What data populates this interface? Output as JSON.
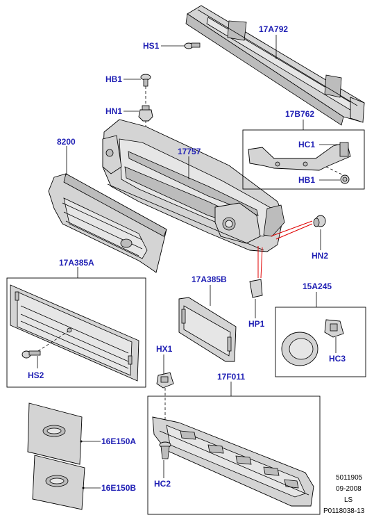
{
  "callouts": {
    "c17A792": "17A792",
    "cHS1": "HS1",
    "cHB1_top": "HB1",
    "cHN1": "HN1",
    "c17B762": "17B762",
    "cHC1": "HC1",
    "cHB1_box": "HB1",
    "c8200": "8200",
    "c17757": "17757",
    "cHN2": "HN2",
    "c17A385A": "17A385A",
    "cHS2": "HS2",
    "c17A385B": "17A385B",
    "cHP1": "HP1",
    "c15A245": "15A245",
    "cHC3": "HC3",
    "cHX1": "HX1",
    "c17F011": "17F011",
    "cHC2": "HC2",
    "c16E150A": "16E150A",
    "c16E150B": "16E150B"
  },
  "meta": {
    "line1": "5011905",
    "line2": "09-2008",
    "line3": "LS",
    "line4": "P0118038-13"
  }
}
